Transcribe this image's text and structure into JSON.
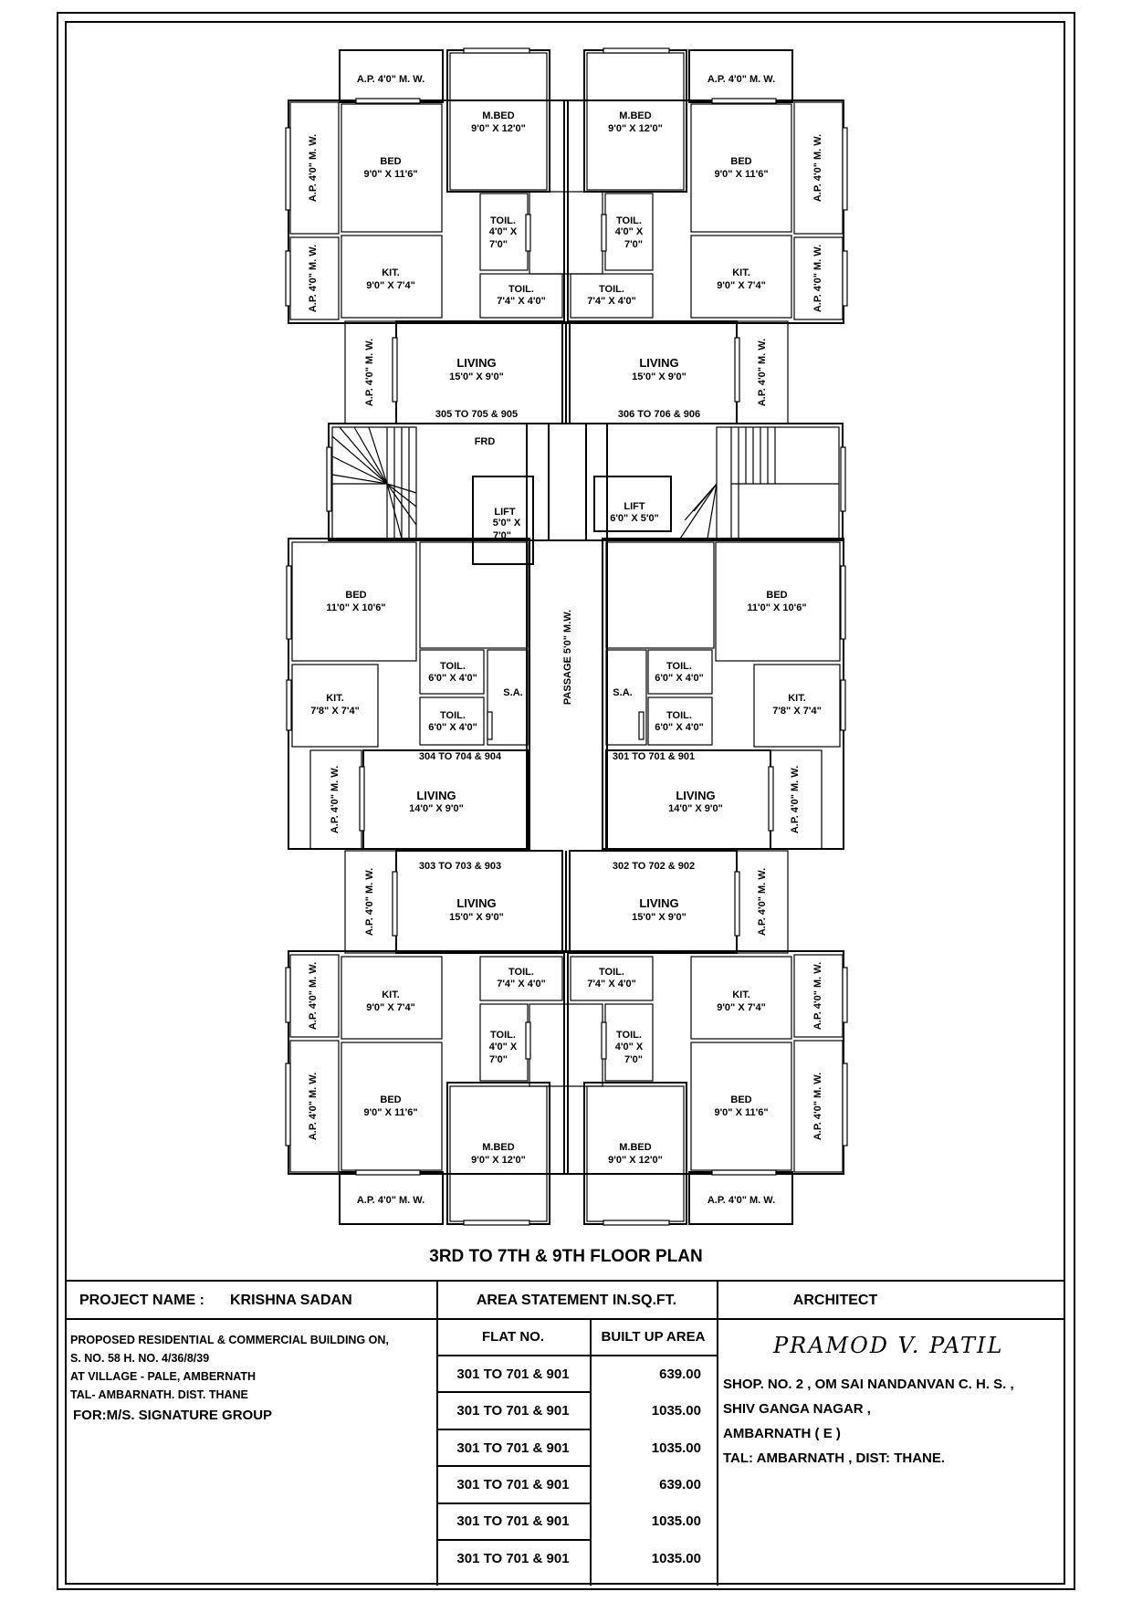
{
  "drawing_title": "3RD TO 7TH & 9TH FLOOR PLAN",
  "rooms": {
    "ap_mw": "A.P. 4'0\" M. W.",
    "mbed": "M.BED",
    "mbed_size": "9'0\" X 12'0\"",
    "bed": "BED",
    "bed_size": "9'0\" X 11'6\"",
    "kit": "KIT.",
    "kit_size": "9'0\" X 7'4\"",
    "toil": "TOIL.",
    "toil_a1": "4'0\" X",
    "toil_a2": "7'0\"",
    "toil_b": "7'4\" X 4'0\"",
    "living": "LIVING",
    "living_size": "15'0\" X 9'0\"",
    "frd": "FRD",
    "lift": "LIFT",
    "lift_l1": "5'0\" X",
    "lift_l2": "7'0\"",
    "lift_r": "6'0\" X 5'0\"",
    "passage": "PASSAGE 5'0\" M.W.",
    "bed_c_size": "11'0\" X 10'6\"",
    "kit_c_size": "7'8\" X 7'4\"",
    "toil_c": "6'0\" X 4'0\"",
    "sa": "S.A.",
    "living_c_size": "14'0\" X 9'0\""
  },
  "flats": {
    "f305": "305 TO 705 & 905",
    "f306": "306 TO 706 & 906",
    "f304": "304 TO 704 & 904",
    "f301": "301 TO 701 & 901",
    "f303": "303 TO 703 & 903",
    "f302": "302 TO 702 & 902"
  },
  "title_block": {
    "project_label": "PROJECT NAME :",
    "project_name": "KRISHNA SADAN",
    "area_statement": "AREA STATEMENT IN.SQ.FT.",
    "architect_label": "ARCHITECT",
    "description": [
      "PROPOSED  RESIDENTIAL & COMMERCIAL BUILDING ON,",
      "S. NO. 58 H. NO. 4/36/8/39",
      "AT VILLAGE - PALE, AMBERNATH",
      "TAL- AMBARNATH. DIST. THANE"
    ],
    "for_client": "FOR:M/S. SIGNATURE GROUP",
    "col_flat": "FLAT NO.",
    "col_area": "BUILT UP AREA",
    "rows": [
      {
        "flat": "301 TO 701 & 901",
        "area": "639.00"
      },
      {
        "flat": "301 TO 701 & 901",
        "area": "1035.00"
      },
      {
        "flat": "301 TO 701 & 901",
        "area": "1035.00"
      },
      {
        "flat": "301 TO 701 & 901",
        "area": "639.00"
      },
      {
        "flat": "301 TO 701 & 901",
        "area": "1035.00"
      },
      {
        "flat": "301 TO 701 & 901",
        "area": "1035.00"
      }
    ],
    "architect_name": "PRAMOD V. PATIL",
    "architect_address": [
      "SHOP. NO. 2 , OM SAI NANDANVAN C. H. S. ,",
      "SHIV GANGA NAGAR ,",
      "AMBARNATH ( E )",
      "TAL: AMBARNATH , DIST: THANE."
    ]
  }
}
